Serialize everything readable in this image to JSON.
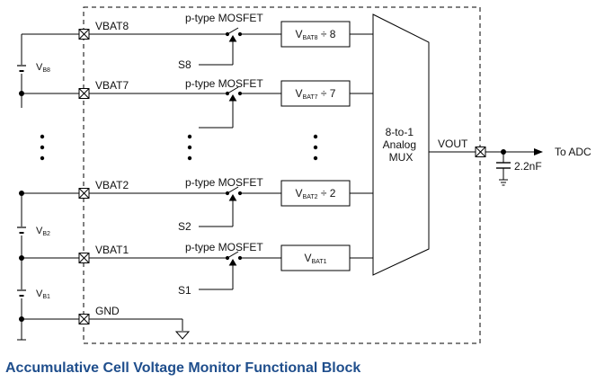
{
  "diagram": {
    "caption": "Accumulative Cell Voltage Monitor Functional Block",
    "caption_color": "#1f4e8c",
    "line_color": "#000000",
    "channels": {
      "vbat8": {
        "pin": "VBAT8",
        "switch_label": "p-type MOSFET",
        "select": "S8",
        "divider_main": "V",
        "divider_sub": "BAT8",
        "divider_suffix": " ÷ 8"
      },
      "vbat7": {
        "pin": "VBAT7",
        "switch_label": "p-type MOSFET",
        "divider_main": "V",
        "divider_sub": "BAT7",
        "divider_suffix": " ÷ 7"
      },
      "vbat2": {
        "pin": "VBAT2",
        "switch_label": "p-type MOSFET",
        "select": "S2",
        "divider_main": "V",
        "divider_sub": "BAT2",
        "divider_suffix": " ÷ 2"
      },
      "vbat1": {
        "pin": "VBAT1",
        "switch_label": "p-type MOSFET",
        "select": "S1",
        "divider_main": "V",
        "divider_sub": "BAT1",
        "divider_suffix": ""
      }
    },
    "cells": {
      "b8": {
        "main": "V",
        "sub": "B8"
      },
      "b2": {
        "main": "V",
        "sub": "B2"
      },
      "b1": {
        "main": "V",
        "sub": "B1"
      }
    },
    "ground_pin": "GND",
    "mux_lines": [
      "8-to-1",
      "Analog",
      "MUX"
    ],
    "output_pin": "VOUT",
    "capacitor": "2.2nF",
    "destination": "To ADC"
  }
}
